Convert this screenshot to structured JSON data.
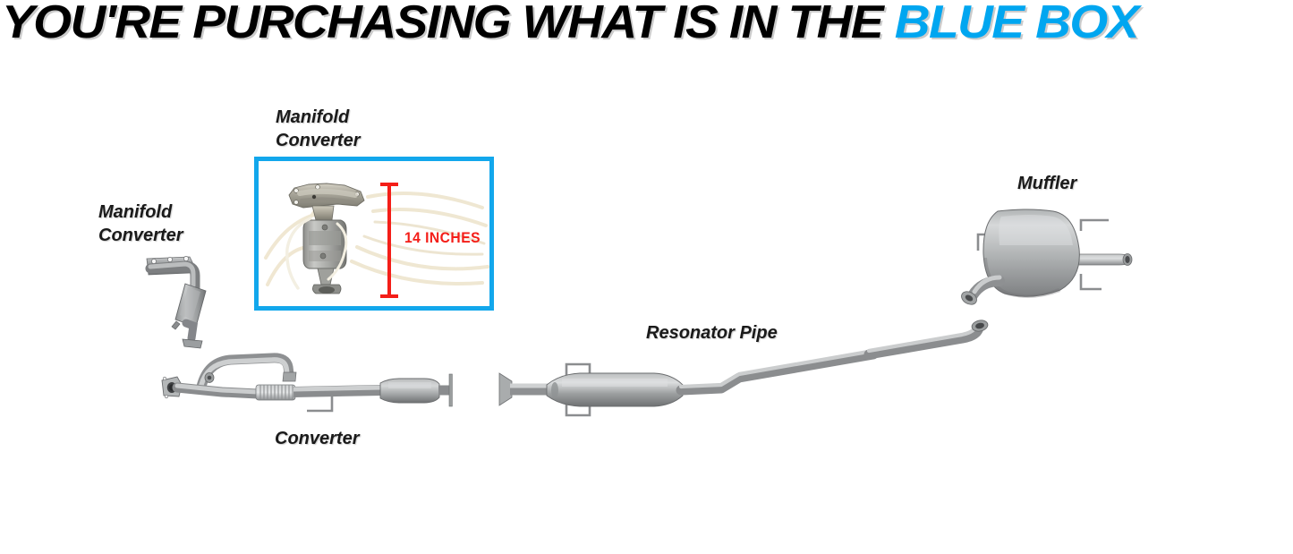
{
  "header": {
    "text_plain": "YOU'RE PURCHASING WHAT IS IN THE ",
    "text_accent": "BLUE BOX",
    "full_text": "YOU'RE PURCHASING WHAT IS IN THE BLUE BOX",
    "accent_color": "#00A6F0",
    "text_color": "#000000"
  },
  "labels": {
    "manifold_converter_left": "Manifold\nConverter",
    "manifold_converter_boxed": "Manifold\nConverter",
    "converter": "Converter",
    "resonator_pipe": "Resonator Pipe",
    "muffler": "Muffler"
  },
  "blue_box": {
    "border_color": "#12A7EC",
    "dimension_value": "14 INCHES",
    "dimension_color": "#F41E18",
    "contents": "manifold-converter-photo"
  },
  "parts": {
    "manifold_converter_left": "manifold-converter",
    "converter_pipe": "converter-pipe-assembly",
    "resonator_pipe": "resonator-pipe-assembly",
    "muffler": "muffler-assembly"
  },
  "colors": {
    "background": "#ffffff",
    "metal_light": "#d8dadb",
    "metal_mid": "#a9acad",
    "metal_dark": "#77797a",
    "swirl": "#efe7d2"
  }
}
